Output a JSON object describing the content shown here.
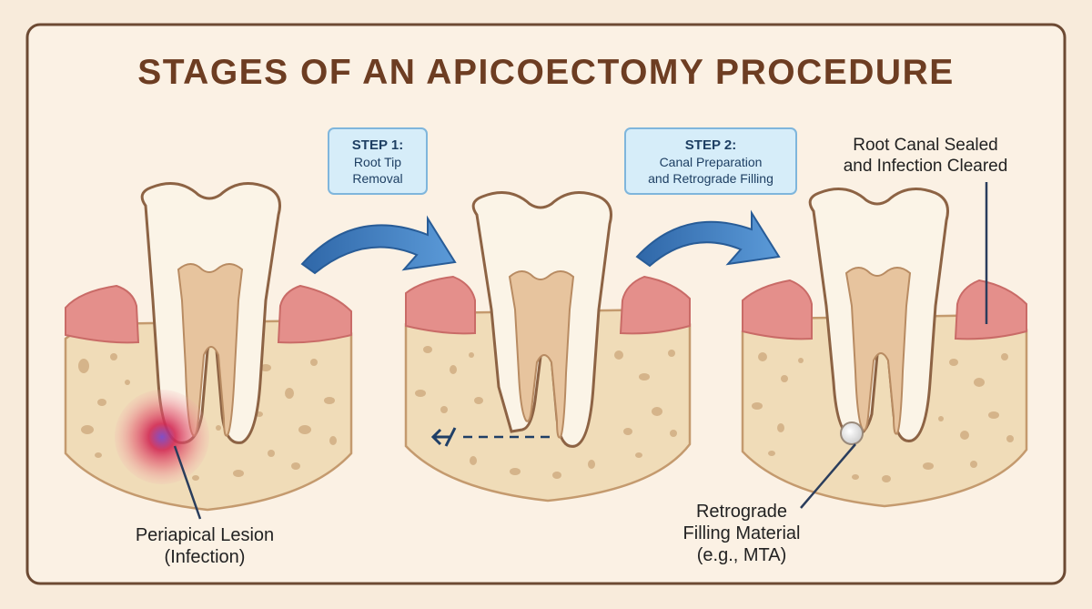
{
  "title": "STAGES OF AN APICOECTOMY PROCEDURE",
  "steps": [
    {
      "heading": "STEP 1:",
      "lines": [
        "Root Tip",
        "Removal"
      ]
    },
    {
      "heading": "STEP 2:",
      "lines": [
        "Canal Preparation",
        "and Retrograde Filling"
      ]
    }
  ],
  "labels": {
    "lesion": [
      "Periapical Lesion",
      "(Infection)"
    ],
    "sealed": [
      "Root Canal Sealed",
      "and Infection Cleared"
    ],
    "filling": [
      "Retrograde",
      "Filling Material",
      "(e.g., MTA)"
    ]
  },
  "colors": {
    "background": "#f8ebdb",
    "frame": "#6d4a33",
    "bone": "#f0dcb8",
    "gum": "#e48f8b",
    "enamel": "#fbf4e7",
    "dentin": "#e7c49e",
    "infection": "#d63a55",
    "arrow": "#4a86c8"
  }
}
